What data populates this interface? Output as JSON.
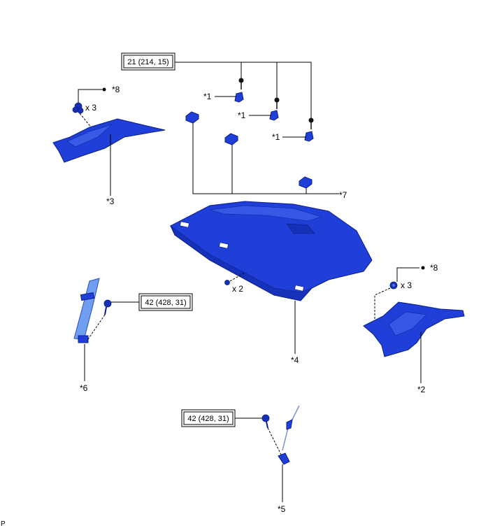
{
  "torques": {
    "top": "21 (214, 15)",
    "mid_left": "42 (428, 31)",
    "bottom": "42 (428, 31)"
  },
  "labels": {
    "star1_a": "*1",
    "star1_b": "*1",
    "star1_c": "*1",
    "star2": "*2",
    "star3": "*3",
    "star4": "*4",
    "star5": "*5",
    "star6": "*6",
    "star7": "*7",
    "star8_left": "*8",
    "star8_right": "*8",
    "x3_left": "x 3",
    "x3_right": "x 3",
    "x2": "x 2",
    "corner_mark": "P"
  },
  "colors": {
    "part_blue": "#1f3fd8",
    "belt_blue": "#6f9df0"
  }
}
